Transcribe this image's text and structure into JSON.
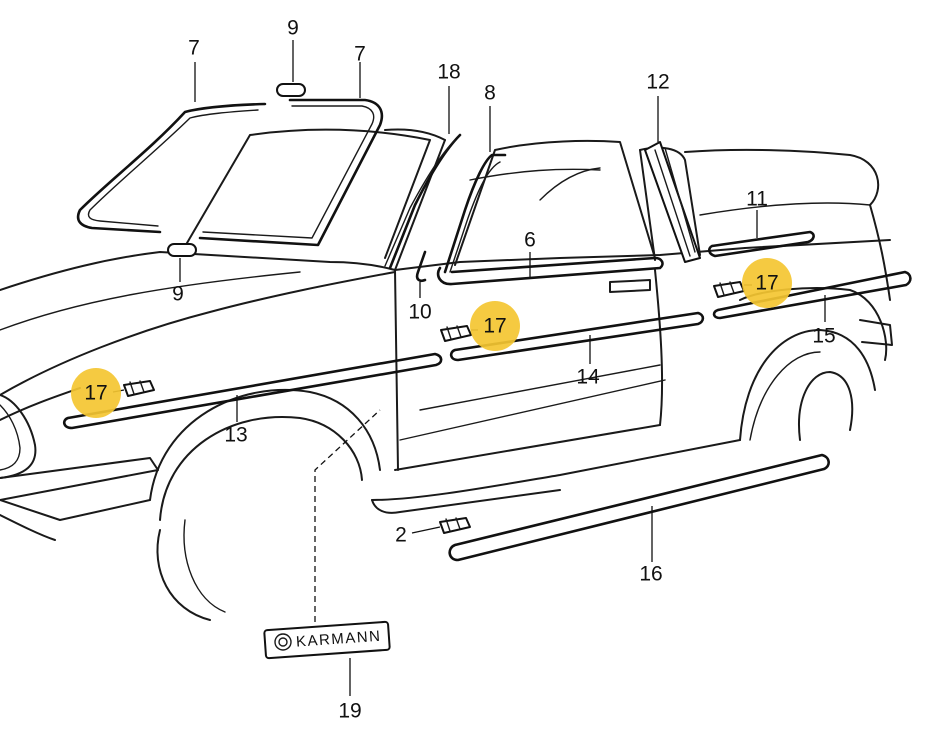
{
  "callouts": [
    {
      "id": "7a",
      "text": "7"
    },
    {
      "id": "9a",
      "text": "9"
    },
    {
      "id": "7b",
      "text": "7"
    },
    {
      "id": "18",
      "text": "18"
    },
    {
      "id": "8",
      "text": "8"
    },
    {
      "id": "12",
      "text": "12"
    },
    {
      "id": "11",
      "text": "11"
    },
    {
      "id": "6",
      "text": "6"
    },
    {
      "id": "9b",
      "text": "9"
    },
    {
      "id": "10",
      "text": "10"
    },
    {
      "id": "17a",
      "text": "17"
    },
    {
      "id": "17b",
      "text": "17"
    },
    {
      "id": "17c",
      "text": "17"
    },
    {
      "id": "15",
      "text": "15"
    },
    {
      "id": "14",
      "text": "14"
    },
    {
      "id": "17d",
      "text": "17"
    },
    {
      "id": "13",
      "text": "13"
    },
    {
      "id": "2",
      "text": "2"
    },
    {
      "id": "16",
      "text": "16"
    },
    {
      "id": "19",
      "text": "19"
    }
  ],
  "badge": {
    "text": "KARMANN"
  },
  "highlight_color": "#f4c531"
}
